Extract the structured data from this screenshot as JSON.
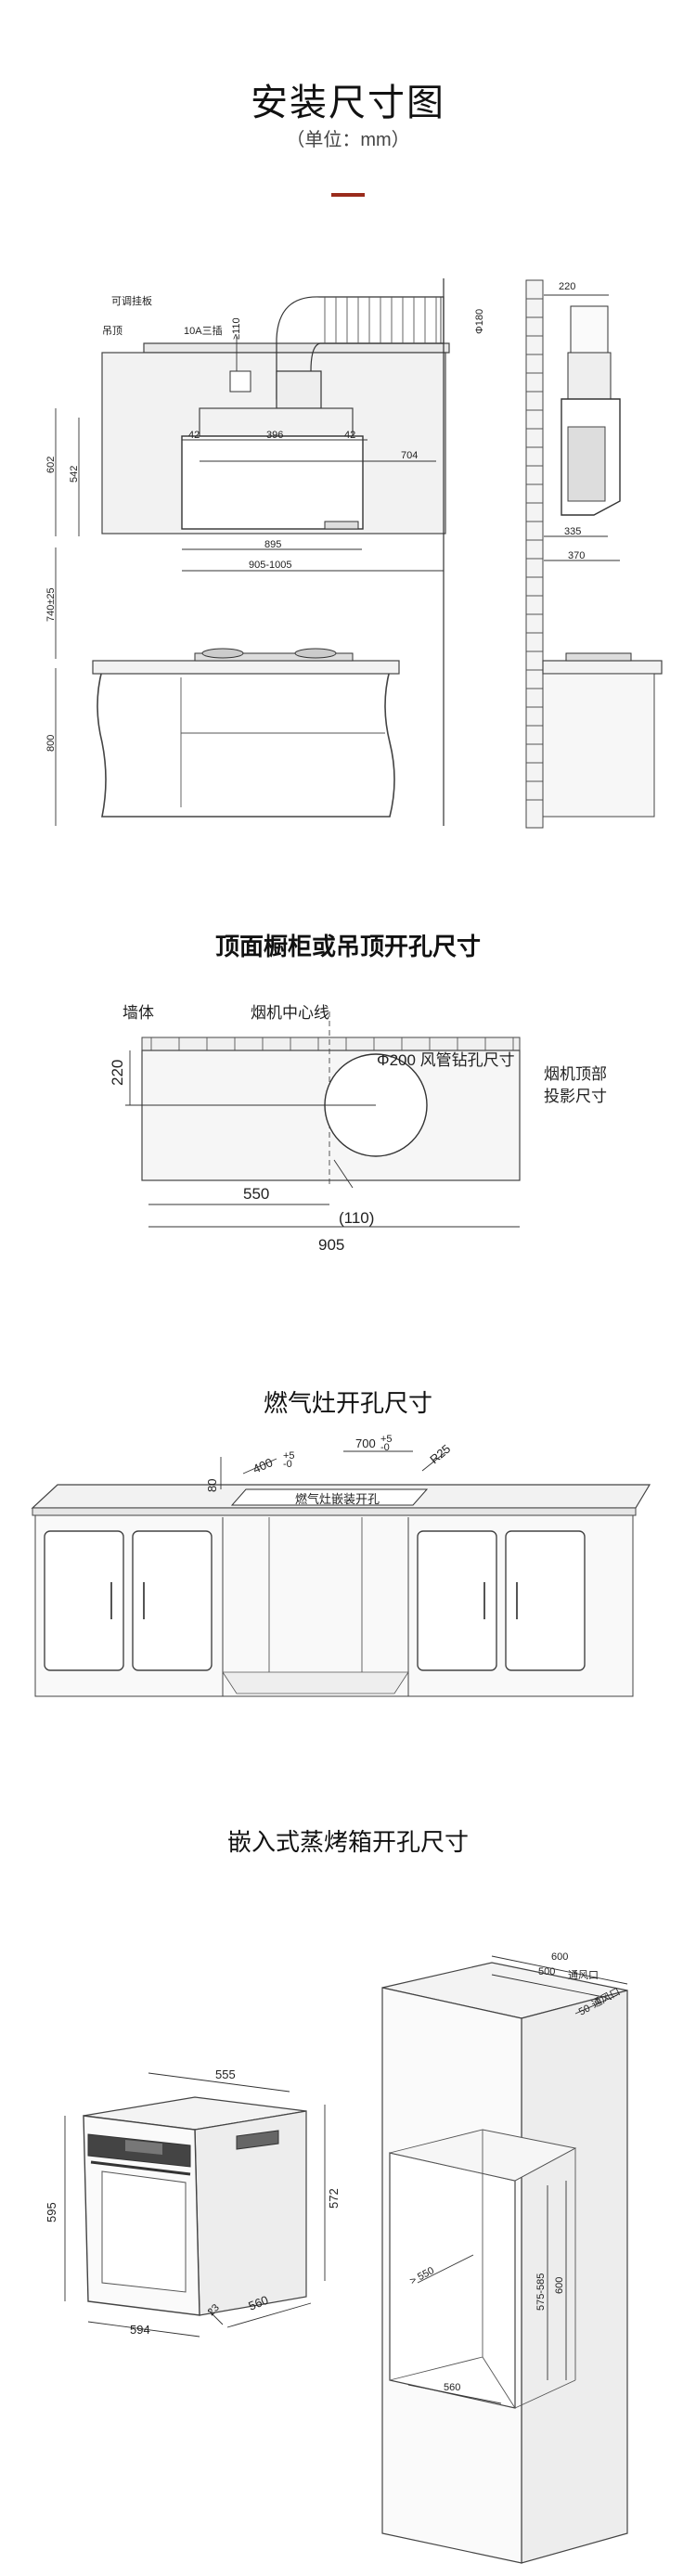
{
  "header": {
    "title": "安装尺寸图",
    "subtitle": "（单位：mm）"
  },
  "section1": {
    "labels": {
      "adjustable_hanger": "可调挂板",
      "curtain": "吊顶",
      "socket": "10A三插",
      "d_110": "≥110",
      "d_180": "Φ180",
      "d_220": "220",
      "d_42a": "42",
      "d_396": "396",
      "d_42b": "42",
      "d_704": "704",
      "d_602": "602",
      "d_542": "542",
      "d_895": "895",
      "d_905_1005": "905-1005",
      "d_740": "740±25",
      "d_800": "800",
      "d_335": "335",
      "d_370": "370"
    }
  },
  "section2": {
    "title": "顶面橱柜或吊顶开孔尺寸",
    "wall": "墙体",
    "centerline": "烟机中心线",
    "duct_hole": "Φ200 风管钻孔尺寸",
    "projection_line1": "烟机顶部",
    "projection_line2": "投影尺寸",
    "d_220": "220",
    "d_110": "(110)",
    "d_550": "550",
    "d_905": "905"
  },
  "section3": {
    "title": "燃气灶开孔尺寸",
    "d_80": "80",
    "d_400": "400",
    "d_400_tol": "+5\n-0",
    "d_700": "700",
    "d_700_tol": "+5\n-0",
    "d_r25": "R25",
    "cutout_label": "燃气灶嵌装开孔"
  },
  "section4": {
    "title": "嵌入式蒸烤箱开孔尺寸",
    "d_555": "555",
    "d_595": "595",
    "d_572": "572",
    "d_594": "594",
    "d_23": "23",
    "d_560a": "560",
    "d_600": "600",
    "d_500": "500",
    "vent1": "通风口",
    "d_50": "50",
    "vent2": "通风口",
    "d_550": "> 550",
    "d_575_585": "575-585",
    "d_600b": "600",
    "d_560b": "560"
  },
  "colors": {
    "accent": "#9a2b1c",
    "line": "#333333",
    "panel": "#f2f2f2"
  }
}
